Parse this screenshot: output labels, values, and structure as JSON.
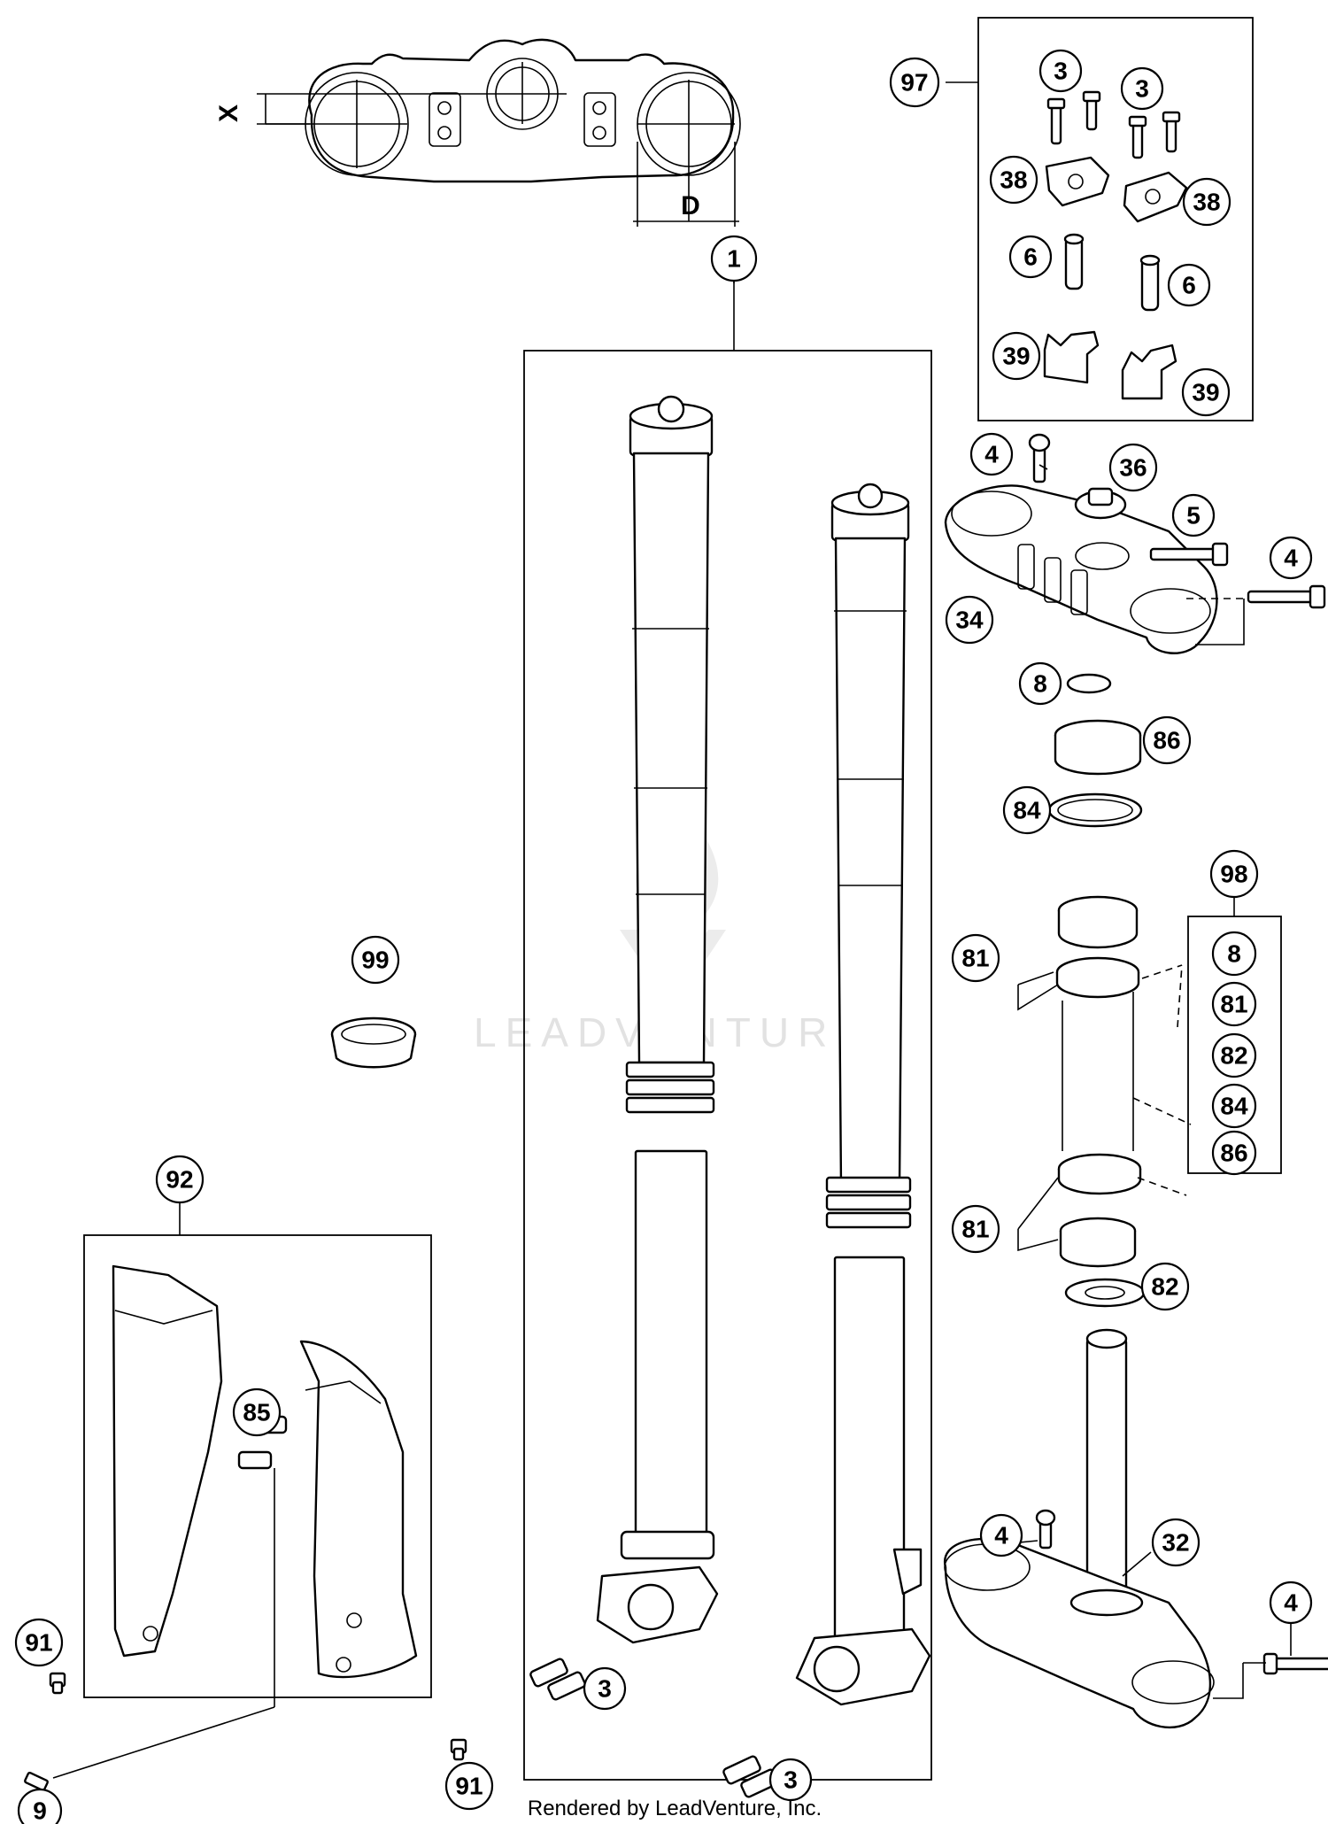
{
  "dimension_labels": {
    "x": "X",
    "d": "D"
  },
  "watermark": "LEADVENTURE",
  "footer": "Rendered by LeadVenture, Inc.",
  "callouts": {
    "c97": "97",
    "c3a": "3",
    "c3b": "3",
    "c38a": "38",
    "c38b": "38",
    "c6a": "6",
    "c6b": "6",
    "c39a": "39",
    "c39b": "39",
    "c1": "1",
    "c4a": "4",
    "c36": "36",
    "c5": "5",
    "c4b": "4",
    "c34": "34",
    "c8": "8",
    "c86": "86",
    "c84": "84",
    "c98": "98",
    "k98_8": "8",
    "k98_81": "81",
    "k98_82": "82",
    "k98_84": "84",
    "k98_86": "86",
    "c81a": "81",
    "c81b": "81",
    "c82": "82",
    "c99": "99",
    "c92": "92",
    "c85": "85",
    "c91a": "91",
    "c91b": "91",
    "c9": "9",
    "c3c": "3",
    "c3d": "3",
    "c4c": "4",
    "c32": "32",
    "c4d": "4"
  }
}
